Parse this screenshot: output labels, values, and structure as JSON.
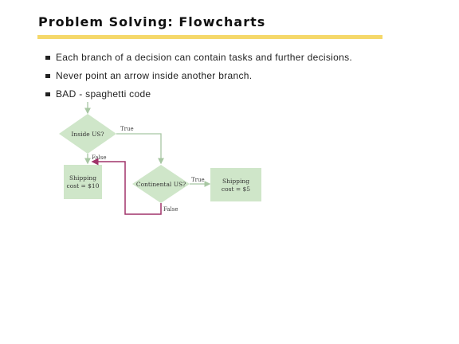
{
  "slide": {
    "title": "Problem Solving: Flowcharts"
  },
  "bullets": [
    "Each branch of a decision can contain tasks and further decisions.",
    "Never point an arrow inside another branch.",
    "BAD - spaghetti code"
  ],
  "flowchart": {
    "decision1": "Inside US?",
    "decision2": "Continental US?",
    "box1_line1": "Shipping",
    "box1_line2": "cost = $10",
    "box2_line1": "Shipping",
    "box2_line2": "cost = $5",
    "true1": "True",
    "false1": "False",
    "true2": "True",
    "false2": "False"
  },
  "colors": {
    "shape_fill": "#cfe6c9",
    "arrow_gray": "#a8c7a3",
    "bad_arrow": "#a0336a",
    "title_bar": "#f5d86a"
  }
}
